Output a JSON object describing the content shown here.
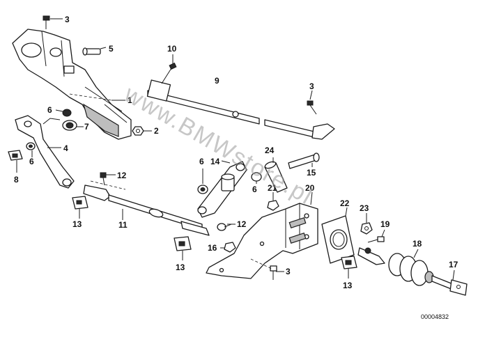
{
  "watermark": "www.BMWstore.pl",
  "document_number": "00004832",
  "callouts": {
    "c1": "1",
    "c2": "2",
    "c3a": "3",
    "c3b": "3",
    "c3c": "3",
    "c4": "4",
    "c5": "5",
    "c6a": "6",
    "c6b": "6",
    "c6c": "6",
    "c6d": "6",
    "c7": "7",
    "c8": "8",
    "c9": "9",
    "c10": "10",
    "c11": "11",
    "c12a": "12",
    "c12b": "12",
    "c13a": "13",
    "c13b": "13",
    "c13c": "13",
    "c14": "14",
    "c15": "15",
    "c16": "16",
    "c17": "17",
    "c18": "18",
    "c19": "19",
    "c20": "20",
    "c21": "21",
    "c22": "22",
    "c23": "23",
    "c24": "24"
  }
}
